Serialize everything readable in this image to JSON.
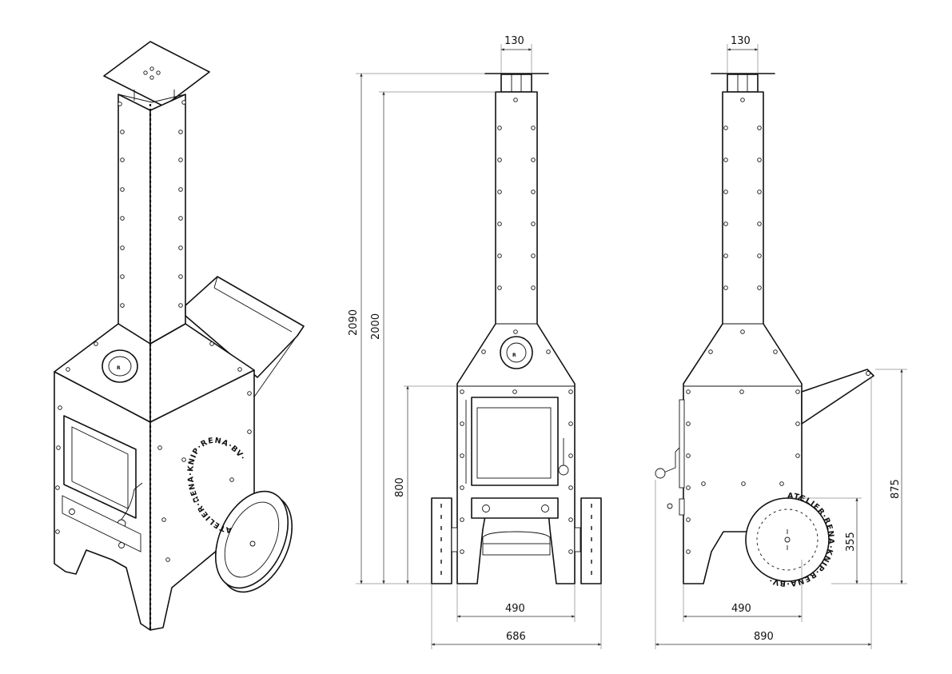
{
  "dimensions": {
    "front": {
      "chimney_width": "130",
      "total_height": "2090",
      "body_height": "2000",
      "firebox_height": "800",
      "body_width": "490",
      "total_width": "686"
    },
    "side": {
      "chimney_width": "130",
      "handle_height": "875",
      "wheel_height": "355",
      "body_width": "490",
      "total_width": "890"
    }
  },
  "branding": {
    "logo_letter": "R",
    "wheel_text": "ATELIER·RENA·KNIP·RENA·BV·"
  },
  "colors": {
    "line": "#111111",
    "background": "#ffffff"
  }
}
